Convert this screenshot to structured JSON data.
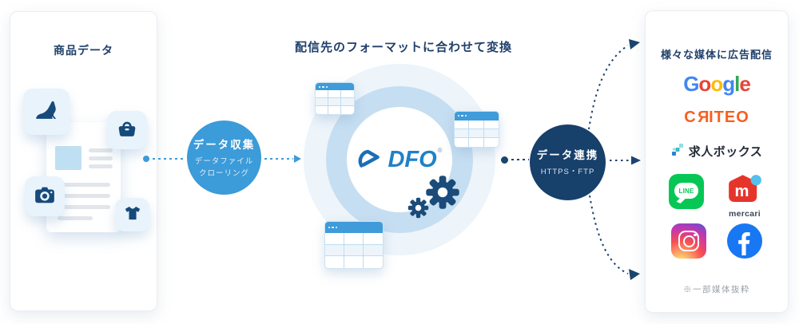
{
  "colors": {
    "accent_blue": "#3C9BD9",
    "navy": "#17406B",
    "title_navy": "#20406B",
    "ring_blue": "#C6DEF1",
    "halo_blue": "#EDF4FA",
    "dfo_blue": "#1F81C8",
    "google_blue": "#4285F4",
    "google_red": "#EA4335",
    "google_yellow": "#FBBC05",
    "google_green": "#34A853",
    "criteo_orange": "#F75F1E",
    "line_green": "#06C755",
    "mercari_red": "#E5352B",
    "mercari_dot_blue": "#57BFE9",
    "facebook_blue": "#1877F2"
  },
  "left_panel": {
    "title": "商品データ"
  },
  "collect_circle": {
    "title": "データ収集",
    "subtitle_line1": "データファイル",
    "subtitle_line2": "クローリング"
  },
  "center": {
    "title": "配信先のフォーマットに合わせて変換",
    "logo_text": "DFO",
    "registered_mark": "®"
  },
  "link_circle": {
    "title": "データ連携",
    "subtitle": "HTTPS・FTP"
  },
  "media_panel": {
    "title": "様々な媒体に広告配信",
    "google": {
      "letters": [
        {
          "char": "G",
          "color": "#4285F4"
        },
        {
          "char": "o",
          "color": "#EA4335"
        },
        {
          "char": "o",
          "color": "#FBBC05"
        },
        {
          "char": "g",
          "color": "#4285F4"
        },
        {
          "char": "l",
          "color": "#34A853"
        },
        {
          "char": "e",
          "color": "#EA4335"
        }
      ]
    },
    "criteo": {
      "c": "C",
      "r": "R",
      "rest": "ITEO",
      "color": "#F75F1E"
    },
    "kyujinbox": {
      "label": "求人ボックス"
    },
    "line": {
      "label": "LINE"
    },
    "mercari": {
      "label": "mercari",
      "icon_letter": "m"
    },
    "note": "※一部媒体抜粋"
  },
  "icons": {
    "left_panel": [
      "high-heel-icon",
      "handbag-icon",
      "camera-icon",
      "t-shirt-icon",
      "product-document"
    ],
    "center": [
      "table-icon",
      "gear-icon",
      "dfo-swoosh-icon"
    ],
    "media": [
      "kyujinbox-icon",
      "line-icon",
      "mercari-icon",
      "instagram-icon",
      "facebook-icon"
    ]
  }
}
